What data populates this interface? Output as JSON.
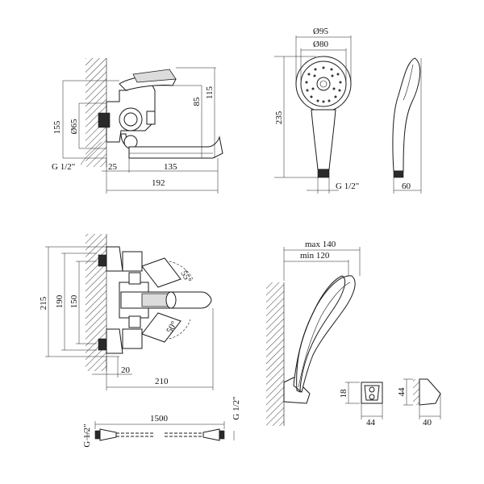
{
  "views": {
    "top_left": {
      "dims": {
        "h155": "155",
        "d65": "Ø65",
        "h85": "85",
        "h115": "115",
        "thread": "G 1/2\"",
        "w25": "25",
        "w135": "135",
        "w192": "192"
      }
    },
    "hand_shower": {
      "dims": {
        "d95": "Ø95",
        "d80": "Ø80",
        "h235": "235",
        "thread": "G 1/2\"",
        "w60": "60"
      }
    },
    "mixer_front": {
      "dims": {
        "h215": "215",
        "h190": "190",
        "h150": "150",
        "a55": "55°",
        "a50": "50°",
        "w20": "20",
        "w210": "210"
      }
    },
    "holder": {
      "dims": {
        "max140": "max 140",
        "min120": "min 120",
        "h18": "18",
        "w44a": "44",
        "h44": "44",
        "w40": "40"
      }
    },
    "hose": {
      "dims": {
        "thread_left": "G 1/2\"",
        "len1500": "1500",
        "thread_right": "G 1/2\""
      }
    }
  }
}
